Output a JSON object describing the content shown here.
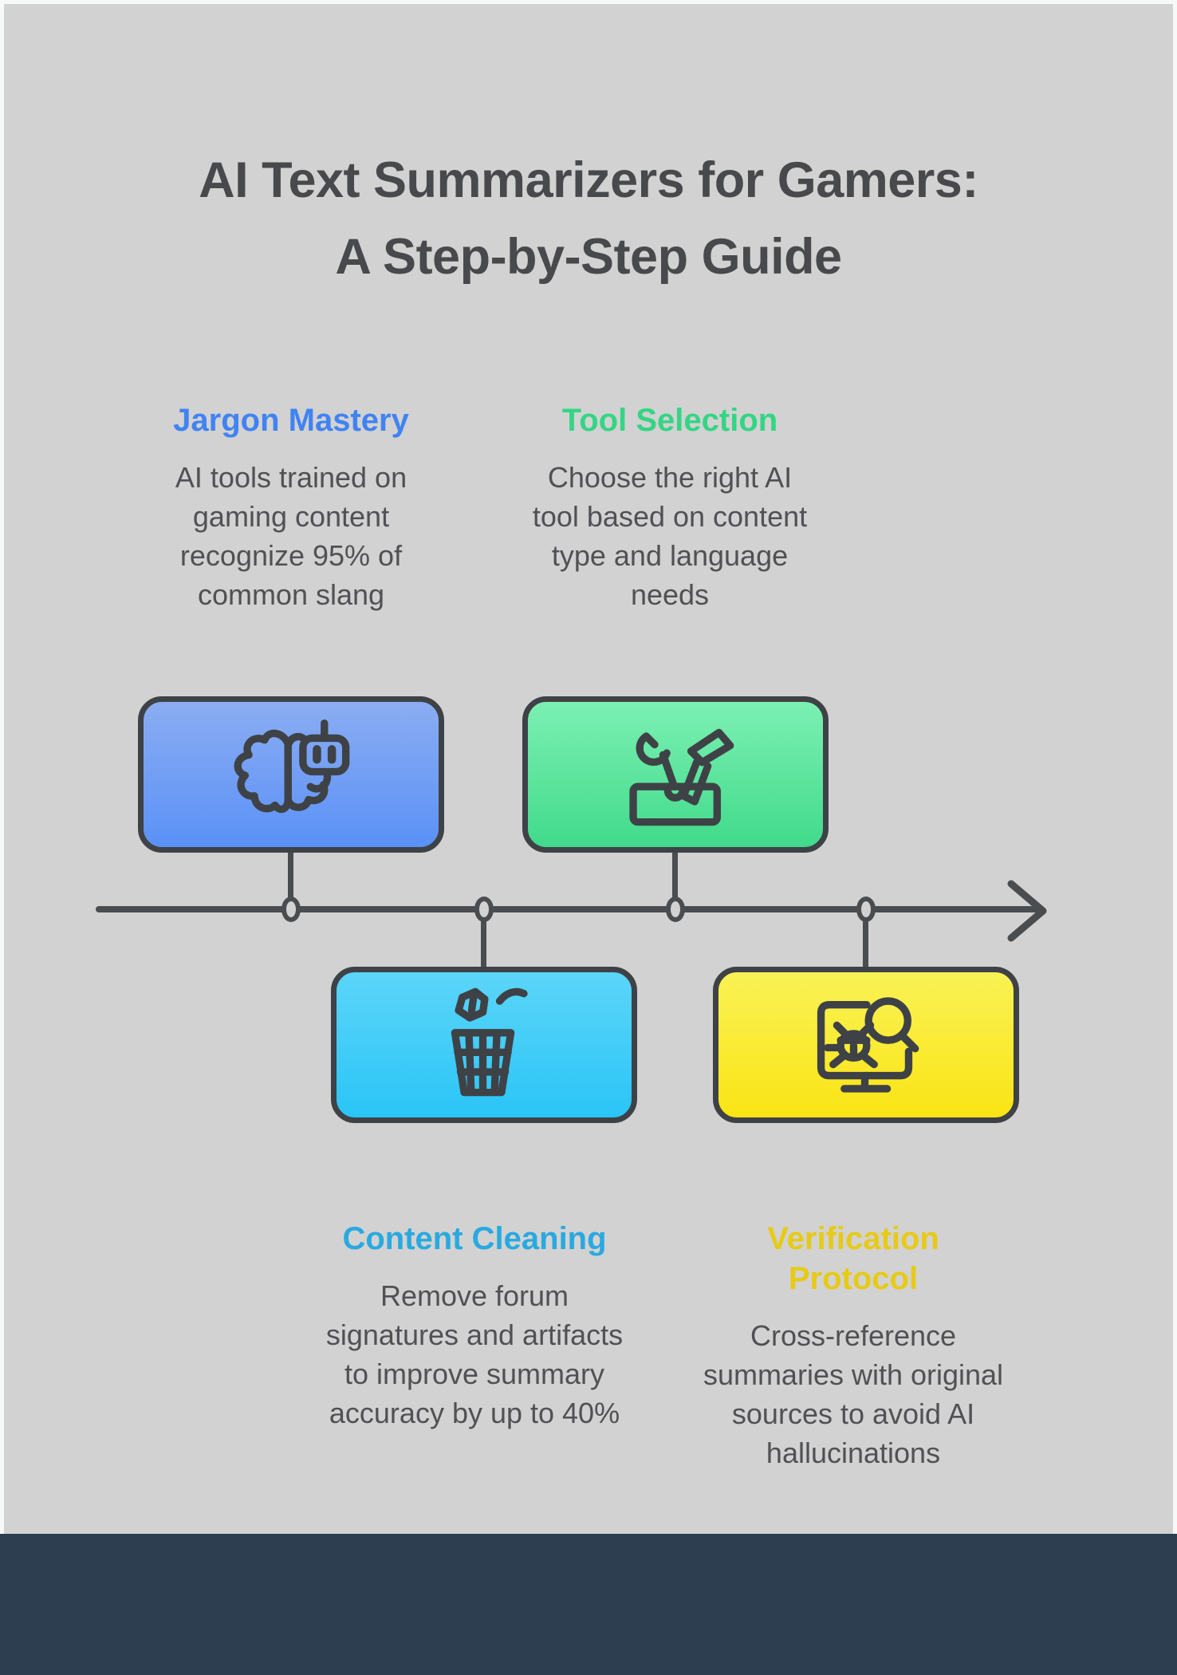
{
  "title": {
    "line1": "AI Text Summarizers for Gamers:",
    "line2": "A Step-by-Step Guide"
  },
  "steps": [
    {
      "name": "Jargon Mastery",
      "description": "AI tools trained on gaming content recognize 95% of common slang",
      "accent": "#4183f2",
      "gradient_top": "#8badf2",
      "gradient_bottom": "#5a91f7",
      "icon": "brain-robot-icon",
      "placement": "above-timeline"
    },
    {
      "name": "Content Cleaning",
      "description": "Remove forum signatures and artifacts to improve summary accuracy by up to 40%",
      "accent": "#29a9e0",
      "gradient_top": "#5cd5f8",
      "gradient_bottom": "#2ac5f7",
      "icon": "trash-toss-icon",
      "placement": "below-timeline"
    },
    {
      "name": "Tool Selection",
      "description": "Choose the right AI tool based on content type and language needs",
      "accent": "#34d583",
      "gradient_top": "#7cf0b3",
      "gradient_bottom": "#41da8b",
      "icon": "toolbox-icon",
      "placement": "above-timeline"
    },
    {
      "name": "Verification Protocol",
      "description": "Cross-reference summaries with original sources to avoid AI hallucinations",
      "accent": "#e7ca16",
      "gradient_top": "#f9f256",
      "gradient_bottom": "#fae414",
      "icon": "bug-scan-icon",
      "placement": "below-timeline"
    }
  ],
  "palette": {
    "page_background": "#d2d2d2",
    "edge": "#f7f9f8",
    "footer_band": "#2d3e50",
    "title_text": "#48494c",
    "body_text": "#515155",
    "outline": "#3e4246",
    "timeline": "#4a4d50"
  }
}
